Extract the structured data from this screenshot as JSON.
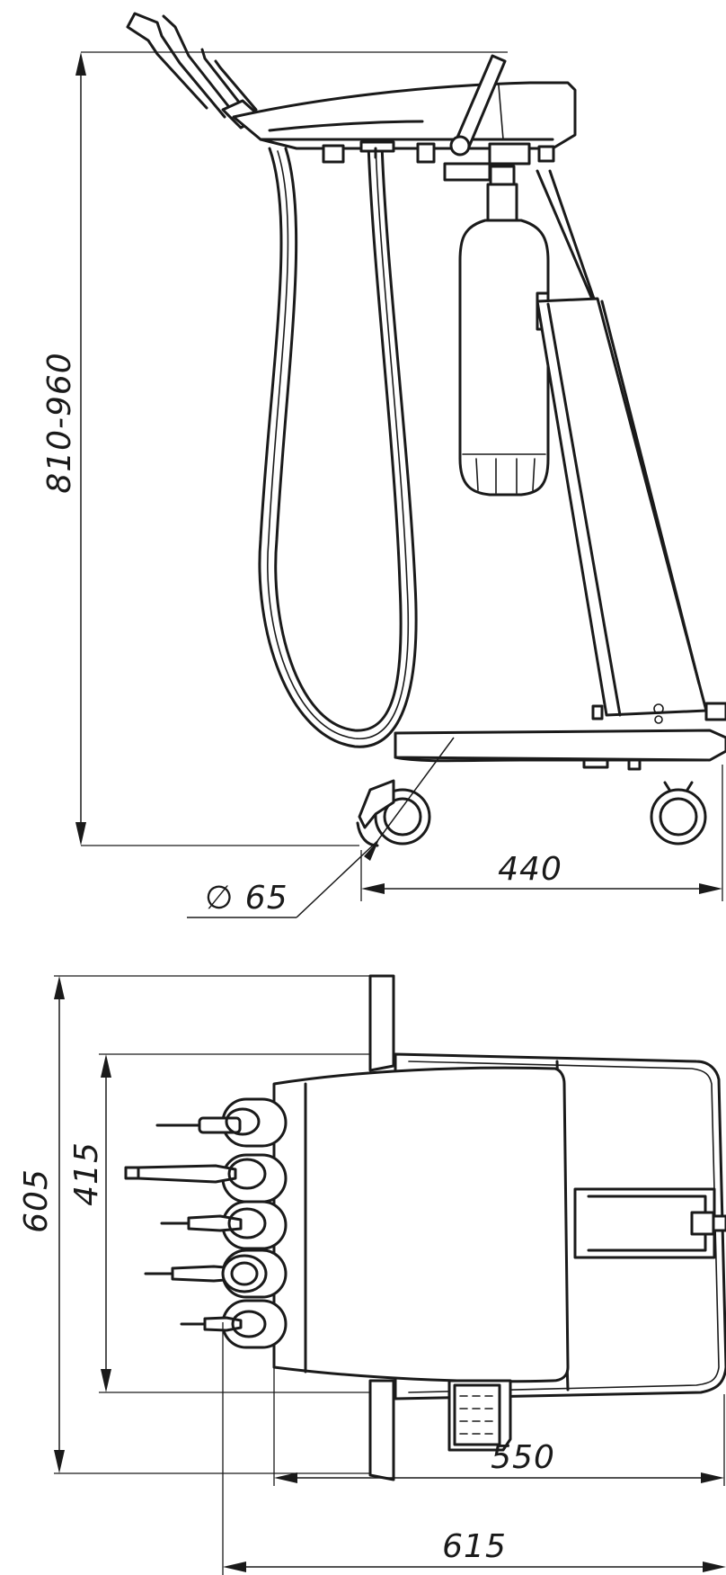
{
  "drawing": {
    "dimensions": {
      "height_range": "810-960",
      "wheel_diameter": "∅ 65",
      "base_length": "440",
      "overall_width": "605",
      "handpiece_span": "415",
      "body_depth": "550",
      "overall_depth": "615"
    },
    "views": [
      "side-view",
      "top-view"
    ]
  }
}
